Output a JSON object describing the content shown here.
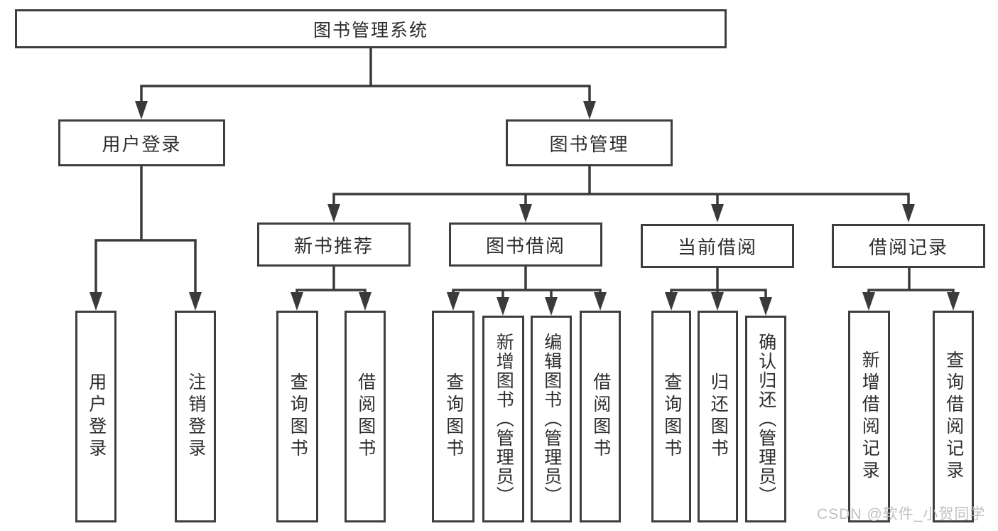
{
  "diagram": {
    "root": "图书管理系统",
    "level2": [
      "用户登录",
      "图书管理"
    ],
    "level3": [
      "新书推荐",
      "图书借阅",
      "当前借阅",
      "借阅记录"
    ],
    "leaves": {
      "login": [
        "用户登录",
        "注销登录"
      ],
      "recommend": [
        "查询图书",
        "借阅图书"
      ],
      "borrow": [
        "查询图书",
        "新增图书（管理员）",
        "编辑图书（管理员）",
        "借阅图书"
      ],
      "current": [
        "查询图书",
        "归还图书",
        "确认归还（管理员）"
      ],
      "records": [
        "新增借阅记录",
        "查询借阅记录"
      ]
    },
    "colors": {
      "line": "#3a3a3a",
      "box_border": "#3e3e3e",
      "text": "#2d2d2d",
      "watermark": "#bebdbd",
      "background": "#ffffff"
    },
    "watermark": "CSDN @软件_小贺同学"
  }
}
